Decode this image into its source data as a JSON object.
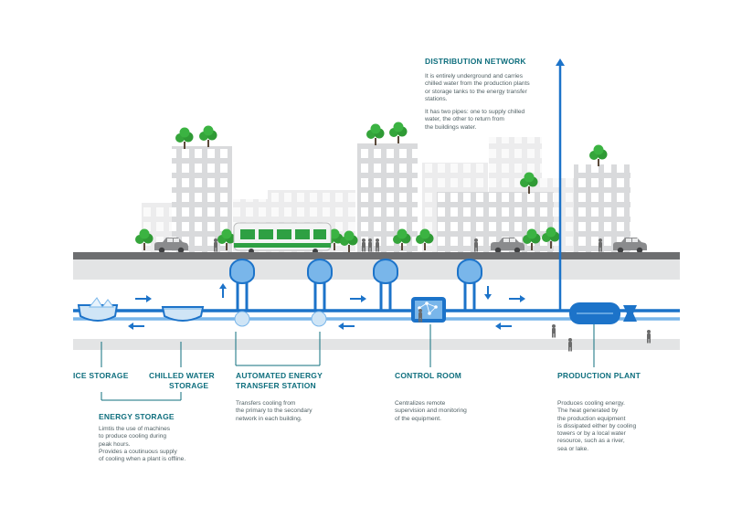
{
  "colors": {
    "teal": "#0f6f7e",
    "pipe_blue": "#1c73c9",
    "pipe_light": "#79b6ea",
    "water": "#cfe5f6",
    "building_gray": "#d9dadc",
    "road": "#6d6e70",
    "tree_green": "#35a53b"
  },
  "labels": {
    "distribution_title": "DISTRIBUTION NETWORK",
    "distribution_p1": [
      "It is entirely underground and carries",
      "chilled water from the production plants",
      "or storage tanks to the energy transfer",
      "stations."
    ],
    "distribution_p2": [
      "It has two pipes: one to supply chilled",
      "water, the other to return from",
      "the buildings water."
    ],
    "ice_storage": "ICE STORAGE",
    "chilled_water_storage": [
      "CHILLED WATER",
      "STORAGE"
    ],
    "energy_storage_title": "ENERGY STORAGE",
    "energy_storage_text": [
      "Limtis the use of machines",
      "to produce cooling during",
      "peak hours.",
      "Provides a coutinuous supply",
      "of cooling when a plant is offline."
    ],
    "automated_title": [
      "AUTOMATED ENERGY",
      "TRANSFER STATION"
    ],
    "automated_text": [
      "Transfers cooling from",
      "the primary to the secondary",
      "network in each building."
    ],
    "control_title": "CONTROL ROOM",
    "control_text": [
      "Centralizes remote",
      "supervision and monitoring",
      "of the equipment."
    ],
    "production_title": "PRODUCTION PLANT",
    "production_text": [
      "Produces cooling energy.",
      "The heat generated by",
      "the production equipment",
      "is dissipated either by cooling",
      "towers or by a local water",
      "resource, such as a river,",
      "sea or lake."
    ]
  }
}
